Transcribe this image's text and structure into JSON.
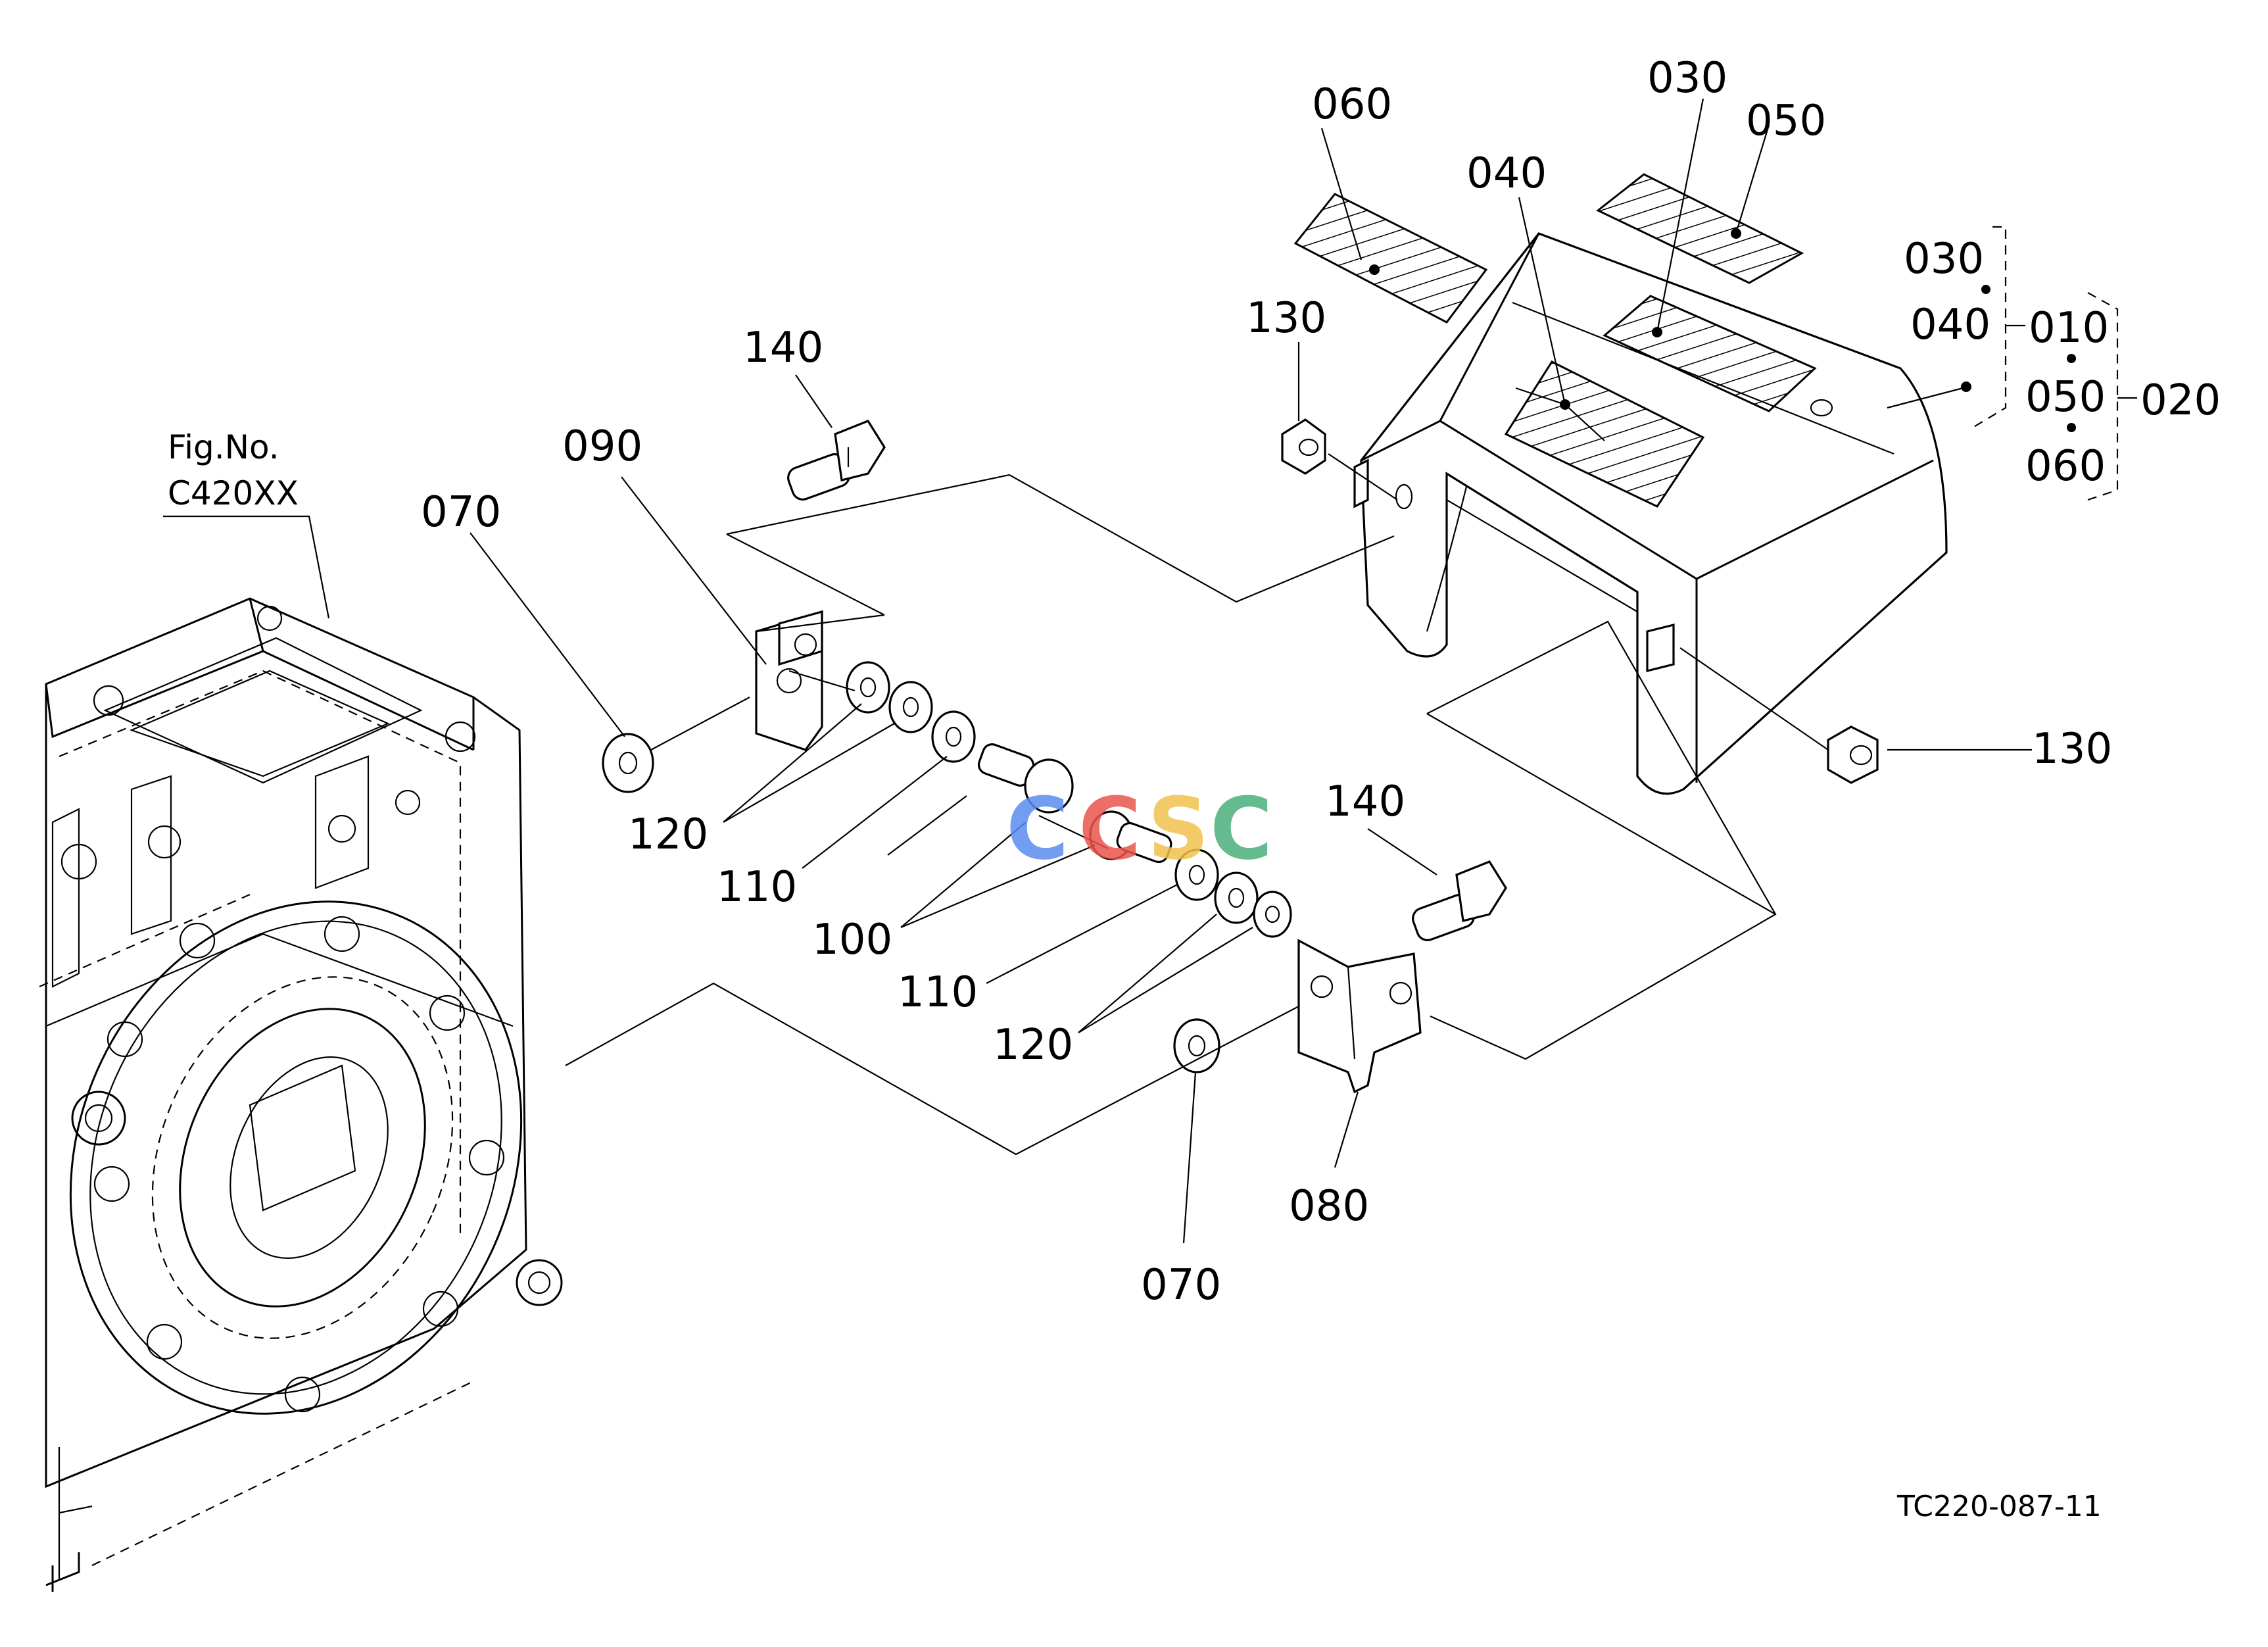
{
  "figure_ref": {
    "line1": "Fig.No.",
    "line2": "C420XX"
  },
  "drawing_code": "TC220-087-11",
  "callouts": {
    "p010": "010",
    "p020": "020",
    "p030_top": "030",
    "p030_group": "030",
    "p040_top": "040",
    "p040_group": "040",
    "p050_top": "050",
    "p050_group": "050",
    "p060_top": "060",
    "p060_group": "060",
    "p070_left": "070",
    "p070_bottom": "070",
    "p080": "080",
    "p090": "090",
    "p100": "100",
    "p110_upper": "110",
    "p110_lower": "110",
    "p120_upper": "120",
    "p120_lower": "120",
    "p130_upper": "130",
    "p130_right": "130",
    "p140_upper": "140",
    "p140_lower": "140"
  },
  "watermark": {
    "letters": [
      "C",
      "C",
      "S",
      "C"
    ],
    "colors": [
      "#5b8def",
      "#e9554c",
      "#f2c14e",
      "#4caf7d"
    ]
  }
}
